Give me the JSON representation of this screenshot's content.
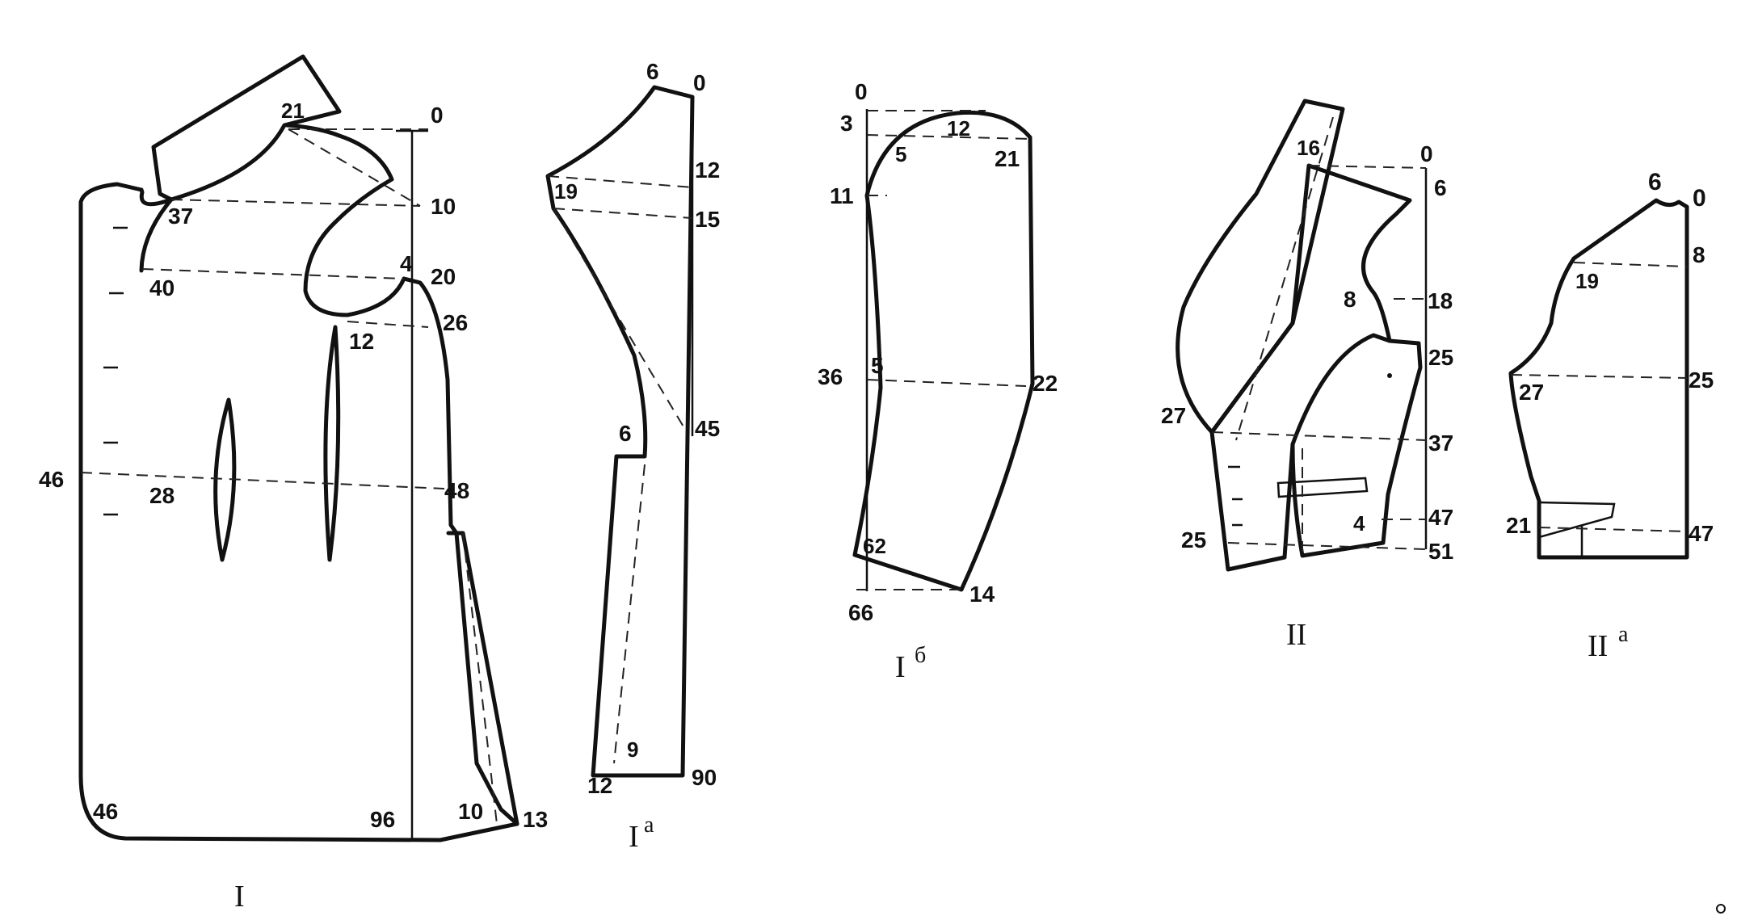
{
  "diagram": {
    "piece_I": {
      "caption": "I",
      "labels": {
        "0": "0",
        "10": "10",
        "20": "20",
        "26": "26",
        "48": "48",
        "96": "96",
        "13": "13",
        "10b": "10",
        "21": "21",
        "37": "37",
        "40": "40",
        "4": "4",
        "12": "12",
        "46a": "46",
        "28": "28",
        "46b": "46"
      }
    },
    "piece_Ia": {
      "caption": "I",
      "caption_sup": "а",
      "labels": {
        "6": "6",
        "0": "0",
        "12": "12",
        "19": "19",
        "15": "15",
        "6b": "6",
        "45": "45",
        "9": "9",
        "12b": "12",
        "90": "90"
      }
    },
    "piece_Ib": {
      "caption": "I",
      "caption_sup": "б",
      "labels": {
        "0": "0",
        "3": "3",
        "12": "12",
        "5": "5",
        "21": "21",
        "11": "11",
        "36": "36",
        "5b": "5",
        "22": "22",
        "62": "62",
        "66": "66",
        "14": "14"
      }
    },
    "piece_II": {
      "caption": "II",
      "labels": {
        "16": "16",
        "0": "0",
        "6": "6",
        "8": "8",
        "18": "18",
        "25": "25",
        "27": "27",
        "37": "37",
        "4": "4",
        "47": "47",
        "25b": "25",
        "51": "51"
      }
    },
    "piece_IIa": {
      "caption": "II",
      "caption_sup": "а",
      "labels": {
        "6": "6",
        "0": "0",
        "8": "8",
        "19": "19",
        "27": "27",
        "25": "25",
        "21": "21",
        "47": "47"
      }
    }
  }
}
